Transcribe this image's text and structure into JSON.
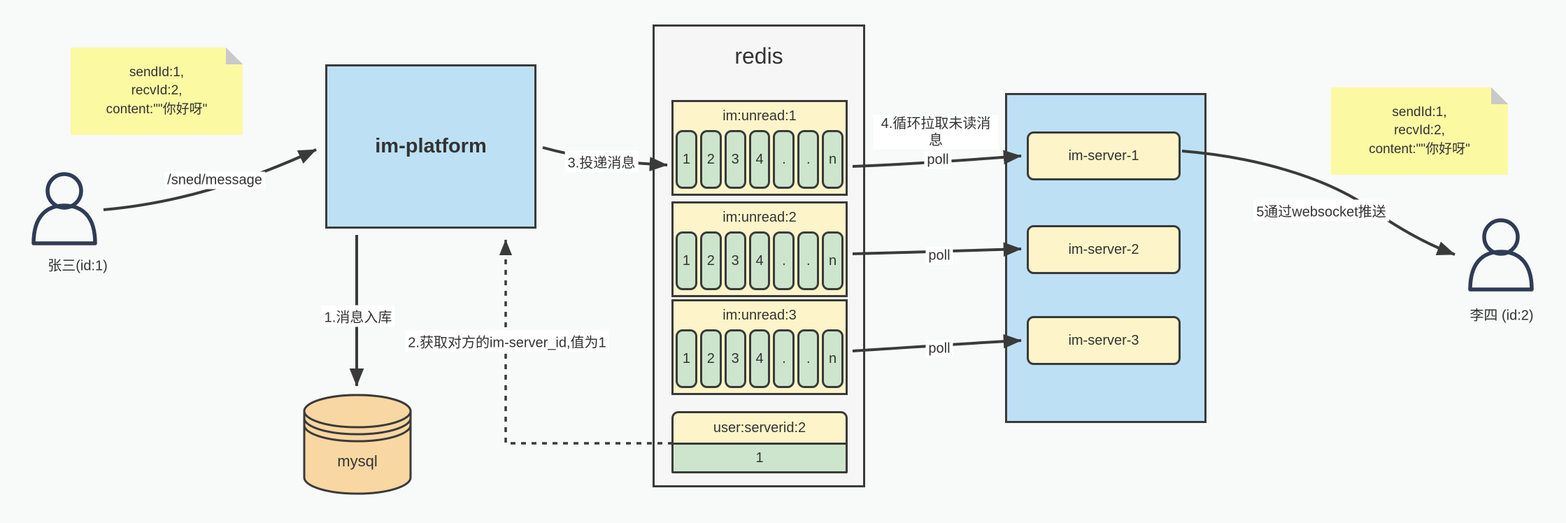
{
  "notes": {
    "left": {
      "line1": "sendId:1,",
      "line2": "recvId:2,",
      "line3": "content:\"\"你好呀\""
    },
    "right": {
      "line1": "sendId:1,",
      "line2": "recvId:2,",
      "line3": "content:\"\"你好呀\""
    }
  },
  "users": {
    "sender": "张三(id:1)",
    "receiver": "李四 (id:2)"
  },
  "platform": {
    "label": "im-platform"
  },
  "database": {
    "label": "mysql"
  },
  "redis": {
    "title": "redis",
    "queues": [
      {
        "name": "im:unread:1",
        "cells": [
          "1",
          "2",
          "3",
          "4",
          ".",
          ".",
          "n"
        ]
      },
      {
        "name": "im:unread:2",
        "cells": [
          "1",
          "2",
          "3",
          "4",
          ".",
          ".",
          "n"
        ]
      },
      {
        "name": "im:unread:3",
        "cells": [
          "1",
          "2",
          "3",
          "4",
          ".",
          ".",
          "n"
        ]
      }
    ],
    "kv": {
      "name": "user:serverid:2",
      "value": "1"
    }
  },
  "servers": [
    {
      "label": "im-server-1"
    },
    {
      "label": "im-server-2"
    },
    {
      "label": "im-server-3"
    }
  ],
  "edges": {
    "send": "/sned/message",
    "step1": "1.消息入库",
    "step2": "2.获取对方的im-server_id,值为1",
    "step3": "3.投递消息",
    "step4": "4.循环拉取未读消息",
    "poll1": "poll",
    "poll2": "poll",
    "poll3": "poll",
    "step5": "5通过websocket推送"
  },
  "colors": {
    "canvas": "#f8f9f9",
    "panel": "#f6f6f7",
    "line": "#3a3a3a",
    "note_yellow": "#fcf9a3",
    "box_blue": "#bde0f5",
    "queue_yellow": "#fdf5c9",
    "cell_green": "#cce5cc",
    "db_orange": "#f9d7a2"
  }
}
